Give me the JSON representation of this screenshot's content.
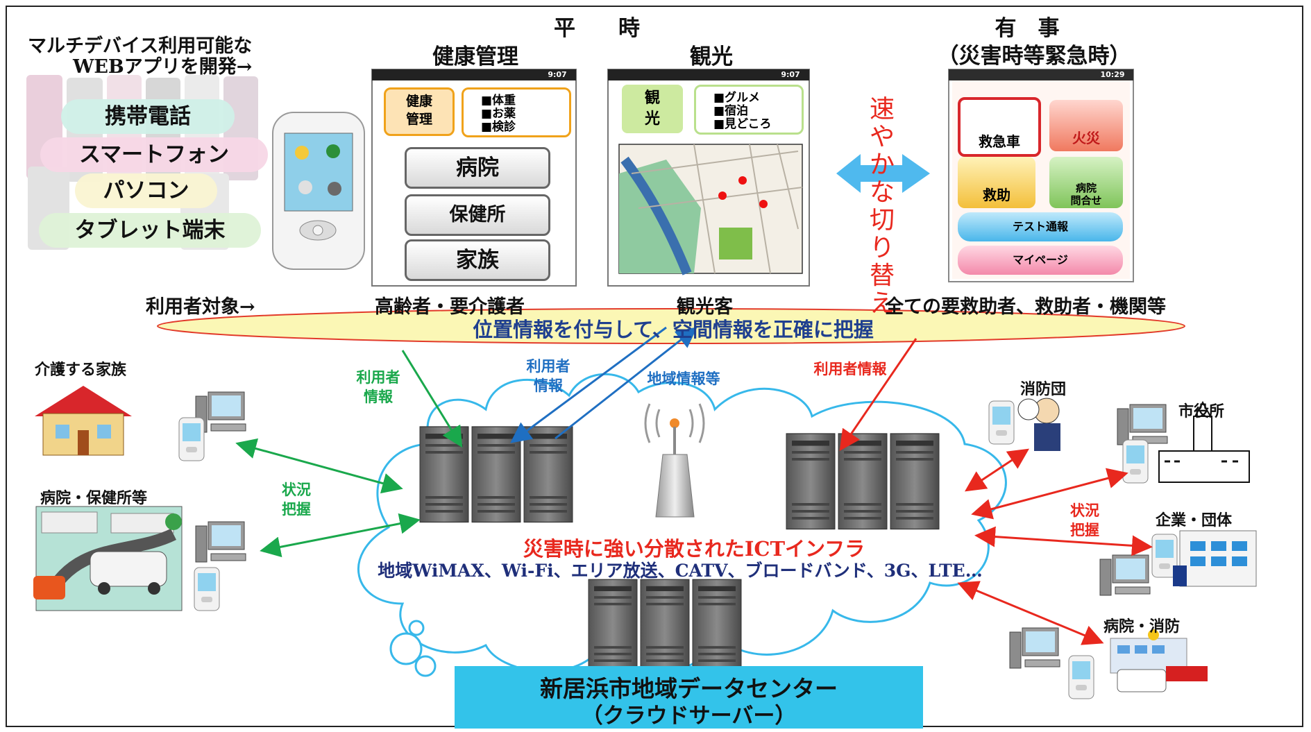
{
  "header": {
    "normal_time": "平　　時",
    "emergency": "有　事",
    "emergency_sub": "（災害時等緊急時）"
  },
  "devices": {
    "intro_line1": "マルチデバイス利用可能な",
    "intro_line2": "WEBアプリを開発→",
    "items": [
      "携帯電話",
      "スマートフォン",
      "パソコン",
      "タブレット端末"
    ]
  },
  "phone_health": {
    "title": "健康管理",
    "status_time": "9:07",
    "tag": "健康\n管理",
    "list": [
      "■体重",
      "■お薬",
      "■検診"
    ],
    "buttons": [
      "病院",
      "保健所",
      "家族"
    ]
  },
  "phone_tourism": {
    "title": "観光",
    "status_time": "9:07",
    "tag": "観\n光",
    "list": [
      "■グルメ",
      "■宿泊",
      "■見どころ"
    ]
  },
  "switch": {
    "text": "速やかな切り替え",
    "color": "#e8281e",
    "arrow_color": "#4fb9ee"
  },
  "phone_emergency": {
    "status_time": "10:29",
    "tiles": [
      "救急車",
      "火災",
      "救助",
      "病院\n問合せ"
    ],
    "wide_buttons": [
      "テスト通報",
      "マイページ"
    ]
  },
  "targets": {
    "prefix": "利用者対象→",
    "health": "高齢者・要介護者",
    "tourism": "観光客",
    "emergency": "全ての要救助者、救助者・機関等"
  },
  "ellipse_text": "位置情報を付与して、空間情報を正確に把握",
  "flows": {
    "user_info_green": "利用者\n情報",
    "user_info_blue": "利用者\n情報",
    "regional_info": "地域情報等",
    "user_info_red": "利用者情報",
    "status_green": "状況\n把握",
    "status_red": "状況\n把握"
  },
  "left_nodes": {
    "family": "介護する家族",
    "hospital": "病院・保健所等"
  },
  "right_nodes": {
    "fire_corps": "消防団",
    "city_hall": "市役所",
    "business": "企業・団体",
    "hospital_fire": "病院・消防"
  },
  "cloud": {
    "infra": "災害時に強い分散されたICTインフラ",
    "networks": "地域WiMAX、Wi-Fi、エリア放送、CATV、ブロードバンド、3G、LTE…"
  },
  "datacenter": {
    "line1": "新居浜市地域データセンター",
    "line2": "（クラウドサーバー）",
    "color": "#33c3ea"
  },
  "colors": {
    "green": "#1aa84c",
    "blue": "#1f6fc2",
    "red": "#e8281e",
    "cloud_stroke": "#37b8ea",
    "ellipse_fill": "#fbf7b5",
    "ellipse_stroke": "#e23a2a"
  }
}
